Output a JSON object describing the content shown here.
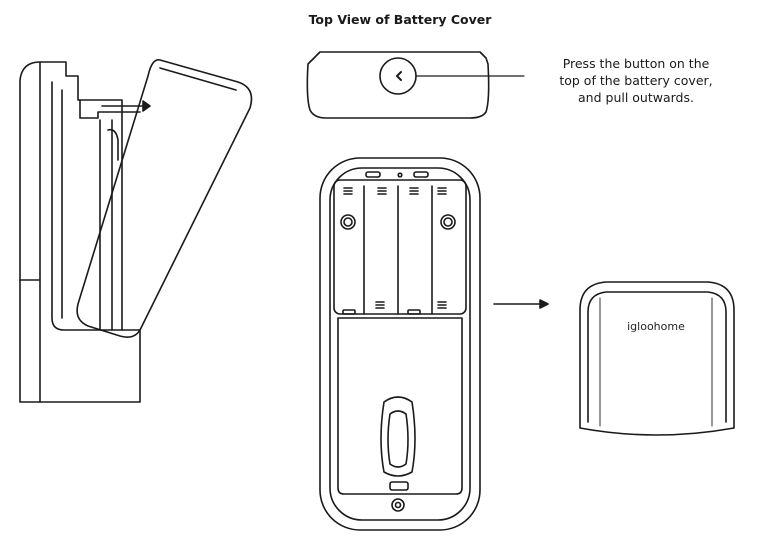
{
  "title": "Top View of Battery Cover",
  "instruction_lines": [
    "Press the button on the",
    "top of the battery cover,",
    "and pull outwards."
  ],
  "brand_label": "igloohome",
  "colors": {
    "line": "#1a1a1a",
    "background": "#ffffff"
  }
}
